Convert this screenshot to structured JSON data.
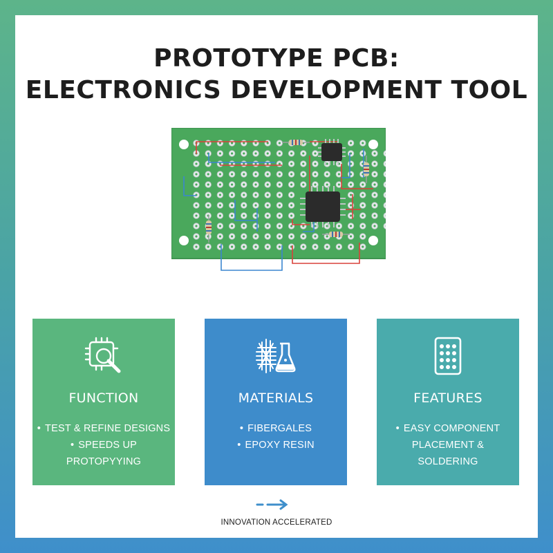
{
  "title_line1": "PROTOTYPE PCB:",
  "title_line2": "ELECTRONICS DEVELOPMENT TOOL",
  "colors": {
    "background_top": "#5db48a",
    "background_bottom": "#3f8fcb",
    "board_green": "#4aa85c",
    "trace_red": "#d9413a",
    "trace_blue": "#3b86d0",
    "panel_green": "#5ab67e",
    "panel_blue": "#3e8ccb",
    "panel_teal": "#4aabac"
  },
  "panels": [
    {
      "icon": "chip-magnifier-icon",
      "heading": "FUNCTION",
      "items": [
        "TEST & REFINE DESIGNS",
        "SPEEDS UP PROTOPYYING"
      ]
    },
    {
      "icon": "fiber-flask-icon",
      "heading": "MATERIALS",
      "items": [
        "FIBERGALES",
        "EPOXY RESIN"
      ]
    },
    {
      "icon": "dot-grid-icon",
      "heading": "FEATURES",
      "items": [
        "EASY COMPONENT PLACEMENT & SOLDERING"
      ]
    }
  ],
  "bullet": "•",
  "footer": {
    "arrow_icon": "dashed-arrow-right-icon",
    "text": "INNOVATION ACCELERATED"
  }
}
